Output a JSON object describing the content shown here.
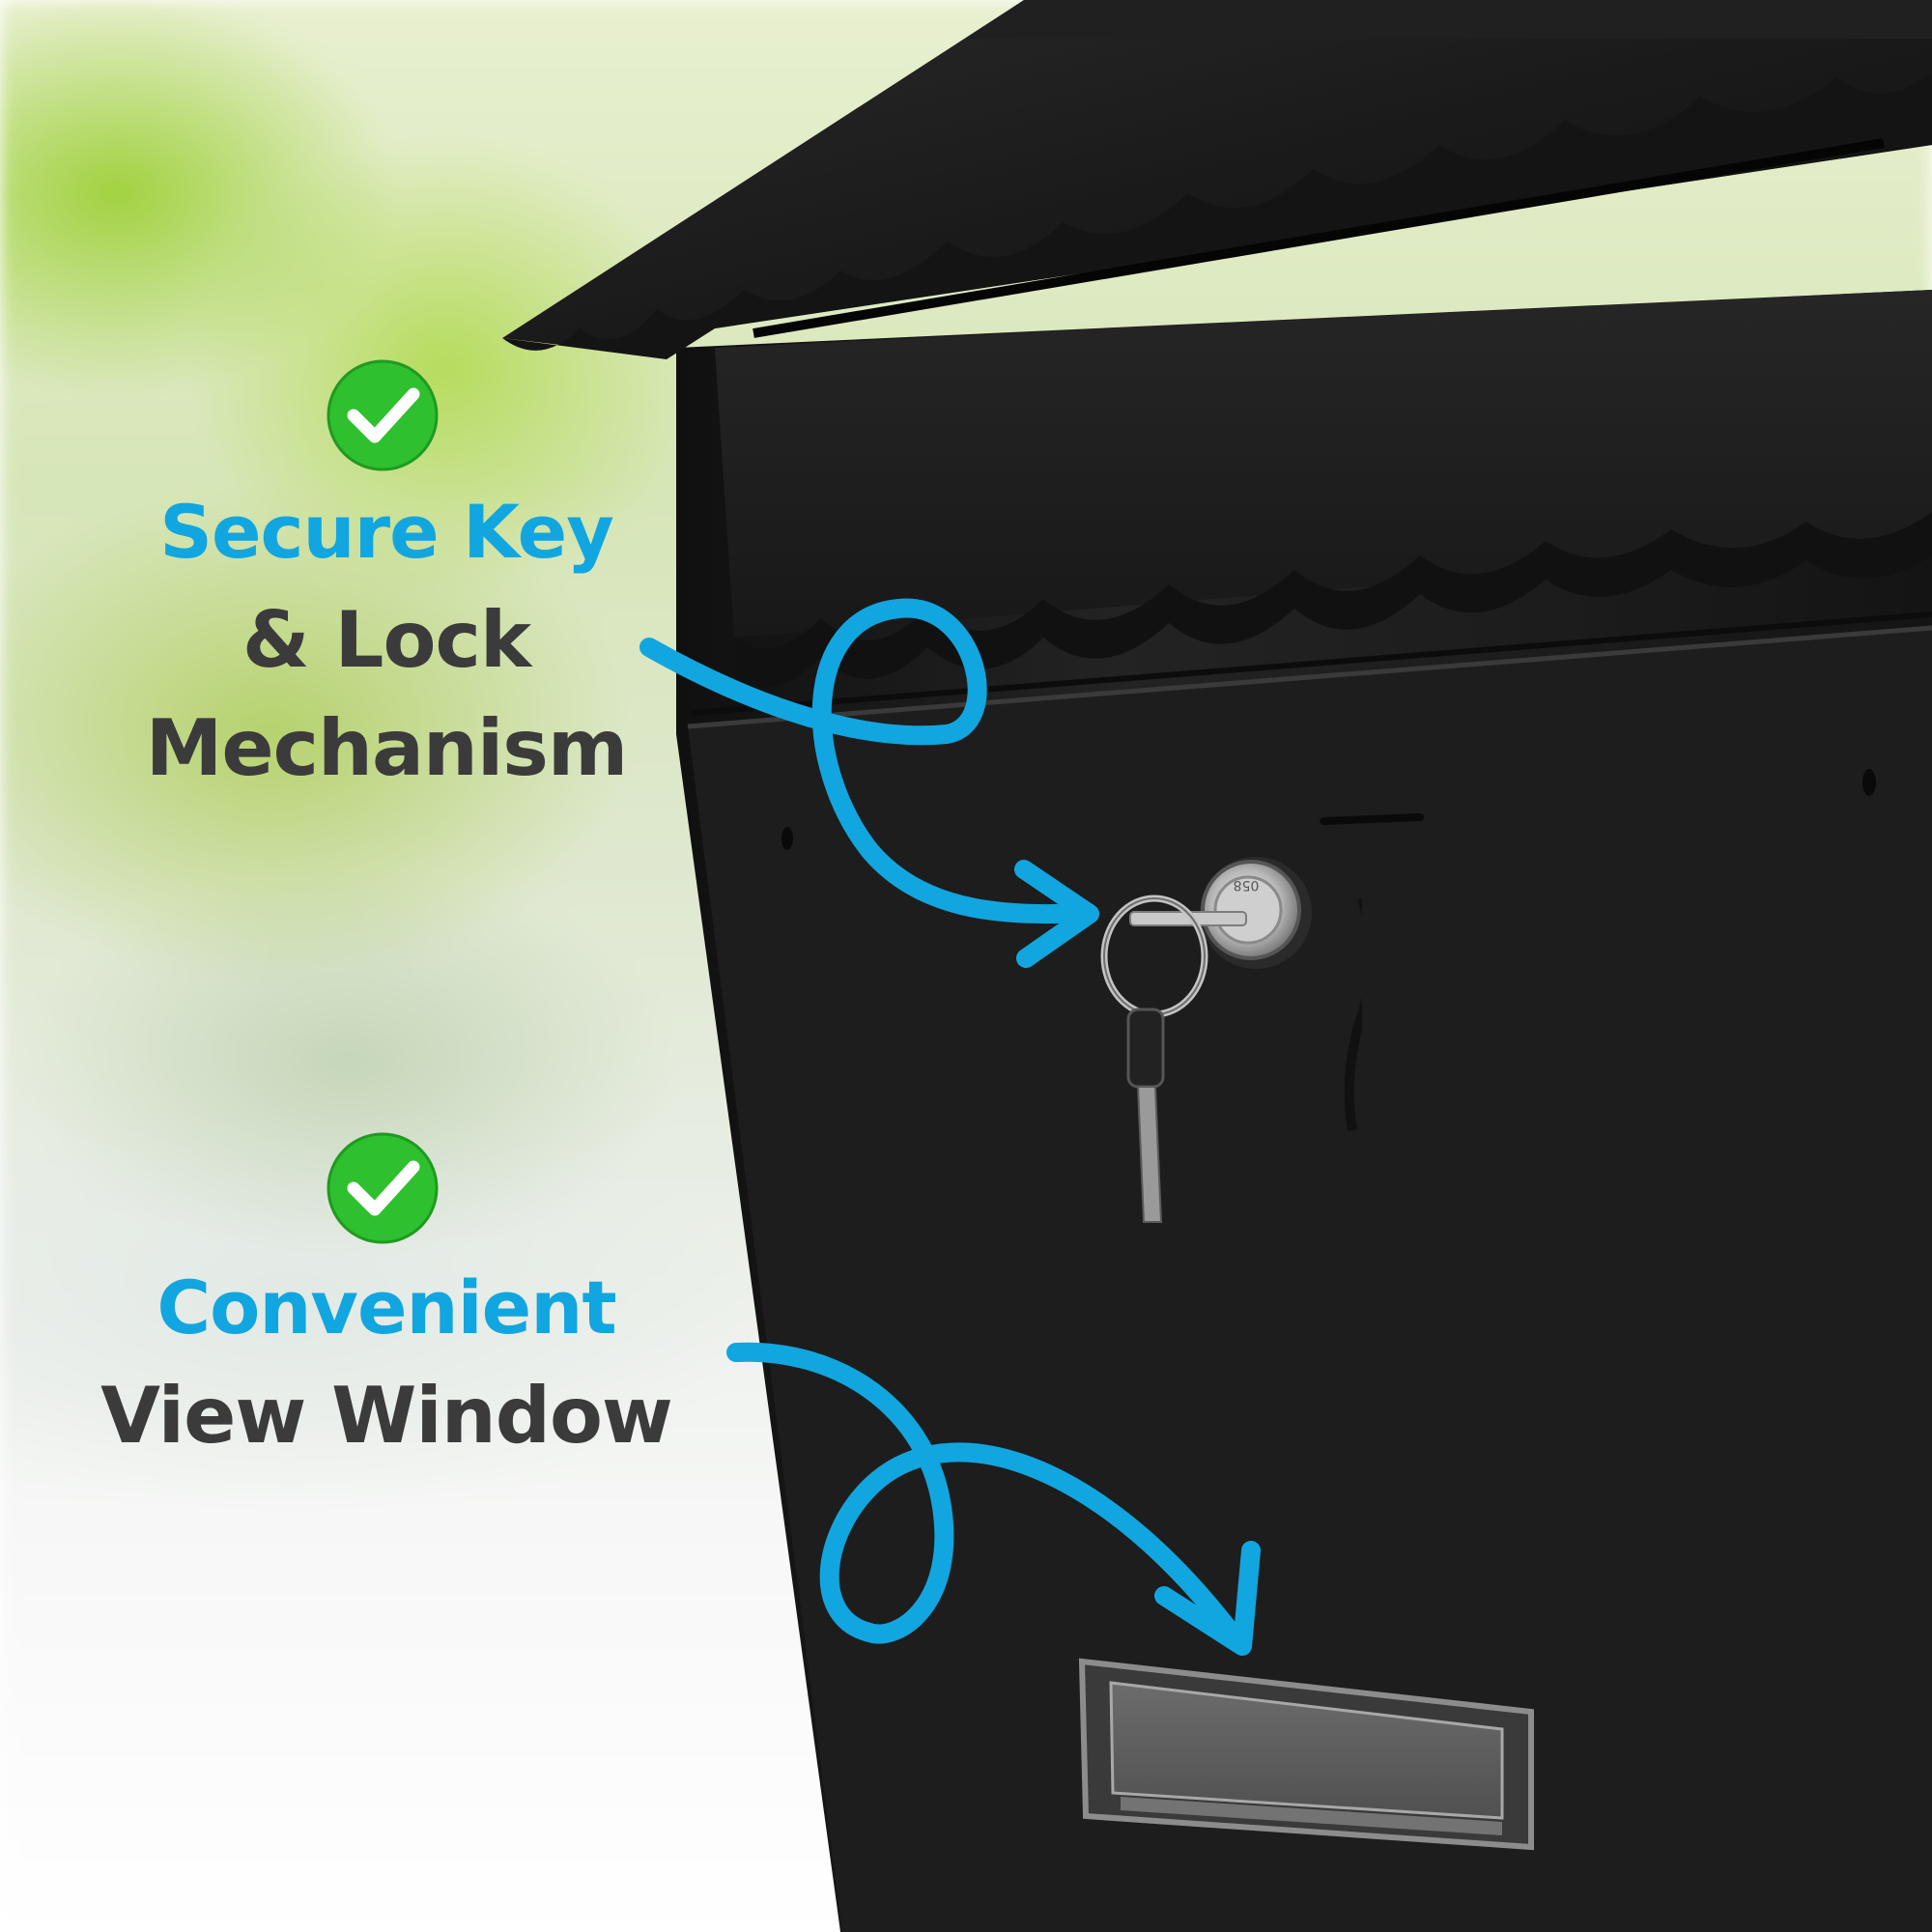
{
  "features": [
    {
      "accent_text": "Secure Key",
      "dark_lines": [
        "& Lock",
        "Mechanism"
      ],
      "icon": "green-check-icon"
    },
    {
      "accent_text": "Convenient",
      "dark_lines": [
        "View Window"
      ],
      "icon": "green-check-icon"
    }
  ],
  "lock_engraving": "058",
  "colors": {
    "accent": "#11a6df",
    "heading_dark": "#3b3b3b",
    "check_green": "#2fc02f",
    "mailbox_black": "#1b1b1b"
  }
}
